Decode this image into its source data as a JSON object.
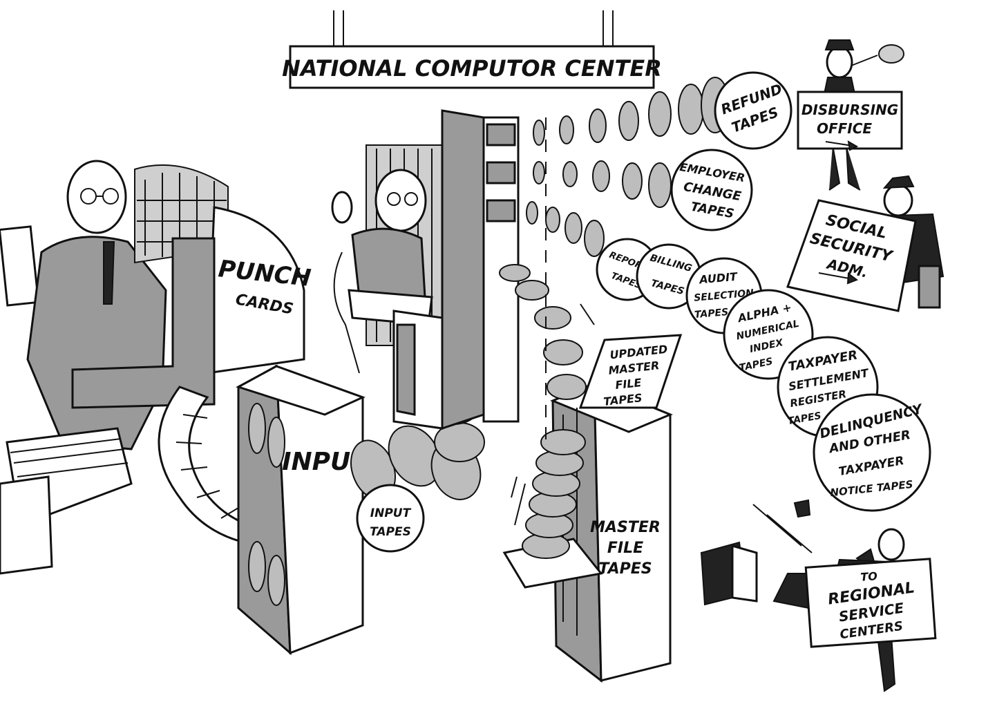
{
  "header": {
    "title": "NATIONAL COMPUTOR CENTER"
  },
  "labels": {
    "punch_cards_1": "PUNCH",
    "punch_cards_2": "CARDS",
    "input": "INPUT",
    "input_tapes_1": "INPUT",
    "input_tapes_2": "TAPES",
    "master_file_tapes_1": "MASTER",
    "master_file_tapes_2": "FILE",
    "master_file_tapes_3": "TAPES",
    "updated_master_1": "UPDATED",
    "updated_master_2": "MASTER",
    "updated_master_3": "FILE",
    "updated_master_4": "TAPES"
  },
  "output_tapes": [
    {
      "lines": [
        "REFUND",
        "TAPES"
      ]
    },
    {
      "lines": [
        "EMPLOYER",
        "CHANGE",
        "TAPES"
      ]
    },
    {
      "lines": [
        "REPORT",
        "TAPES"
      ]
    },
    {
      "lines": [
        "BILLING",
        "TAPES"
      ]
    },
    {
      "lines": [
        "AUDIT",
        "SELECTION",
        "TAPES"
      ]
    },
    {
      "lines": [
        "ALPHA +",
        "NUMERICAL",
        "INDEX",
        "TAPES"
      ]
    },
    {
      "lines": [
        "TAXPAYER",
        "SETTLEMENT",
        "REGISTER",
        "TAPES"
      ]
    },
    {
      "lines": [
        "DELINQUENCY",
        "AND OTHER",
        "TAXPAYER",
        "NOTICE TAPES"
      ]
    }
  ],
  "signs": {
    "disbursing_1": "DISBURSING",
    "disbursing_2": "OFFICE",
    "ssa_1": "SOCIAL",
    "ssa_2": "SECURITY",
    "ssa_3": "ADM.",
    "regional_1": "TO",
    "regional_2": "REGIONAL",
    "regional_3": "SERVICE",
    "regional_4": "CENTERS"
  }
}
